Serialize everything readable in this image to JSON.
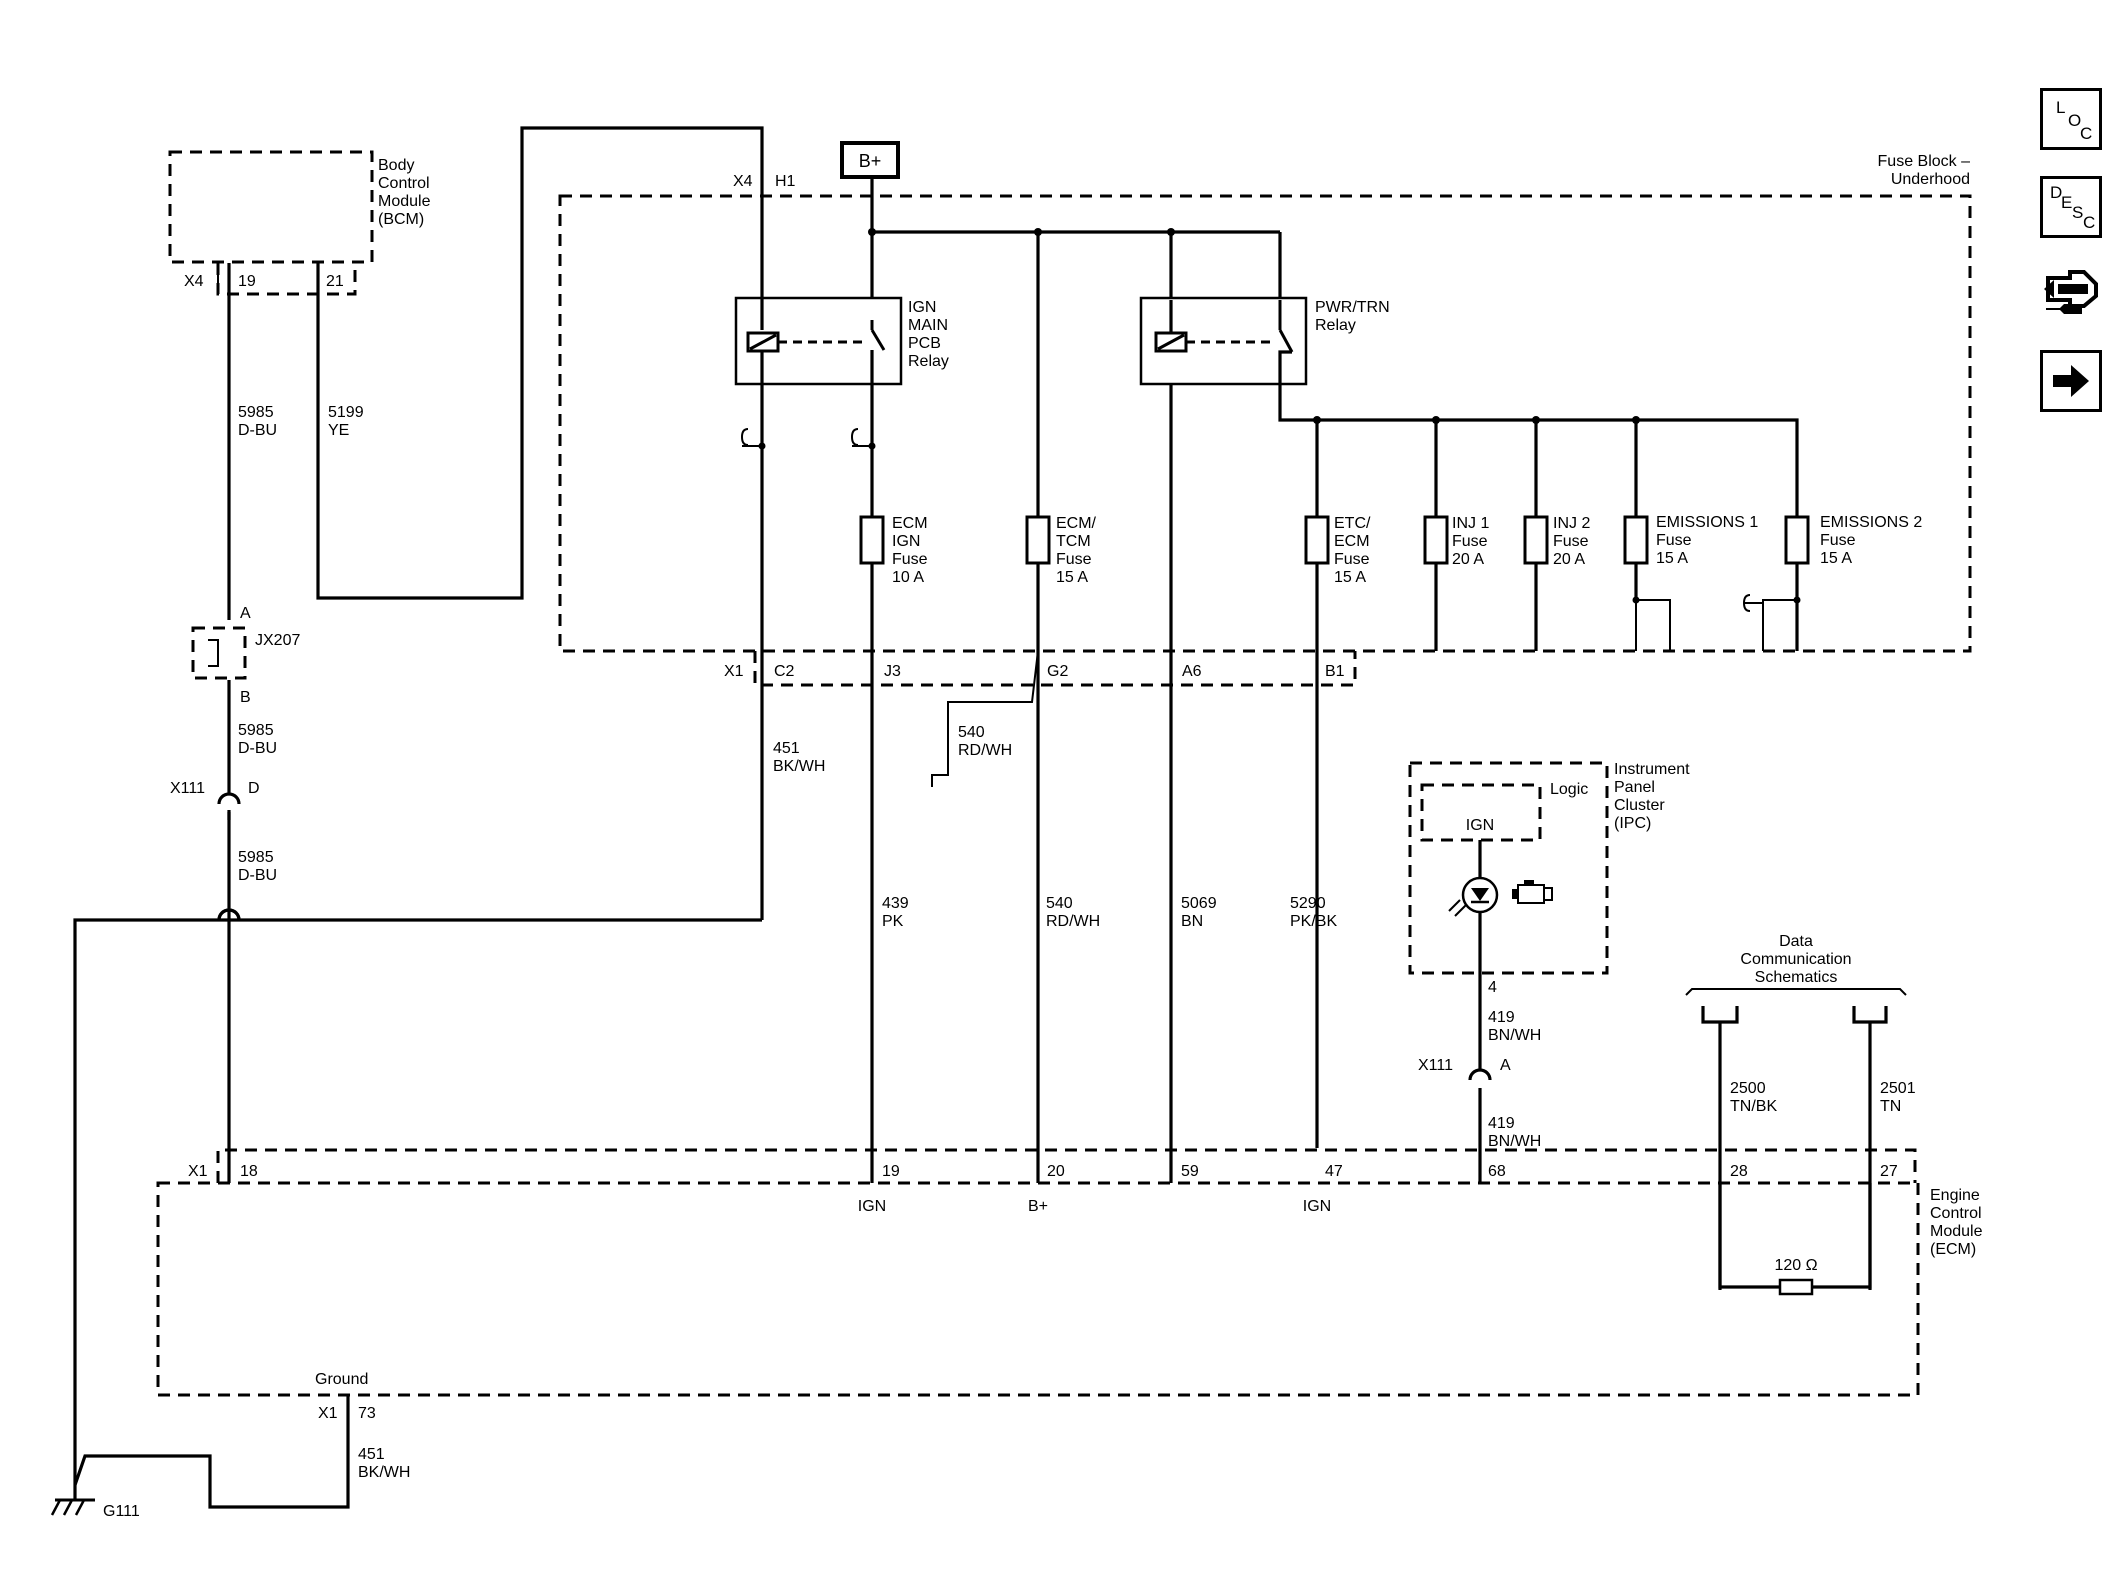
{
  "nav": {
    "loc": [
      "L",
      "O",
      "C"
    ],
    "desc": [
      "D",
      "E",
      "S",
      "C"
    ]
  },
  "power": {
    "bplus": "B+"
  },
  "bcm": {
    "label": [
      "Body",
      "Control",
      "Module",
      "(BCM)"
    ],
    "conn": "X4",
    "pin1": "19",
    "pin2": "21"
  },
  "fuse_block": {
    "label": [
      "Fuse Block –",
      "Underhood"
    ],
    "conn_top": "X4",
    "pin_top": "H1",
    "conn_bottom": "X1",
    "pins_bottom": [
      "C2",
      "J3",
      "G2",
      "A6",
      "B1"
    ],
    "relay1": [
      "IGN",
      "MAIN",
      "PCB",
      "Relay"
    ],
    "relay2": [
      "PWR/TRN",
      "Relay"
    ],
    "fuses": [
      [
        "ECM",
        "IGN",
        "Fuse",
        "10 A"
      ],
      [
        "ECM/",
        "TCM",
        "Fuse",
        "15 A"
      ],
      [
        "ETC/",
        "ECM",
        "Fuse",
        "15 A"
      ],
      [
        "INJ 1",
        "Fuse",
        "20 A"
      ],
      [
        "INJ 2",
        "Fuse",
        "20 A"
      ],
      [
        "EMISSIONS 1",
        "Fuse",
        "15 A"
      ],
      [
        "EMISSIONS 2",
        "Fuse",
        "15 A"
      ]
    ]
  },
  "wires": {
    "w5985": [
      "5985",
      "D-BU"
    ],
    "w5199": [
      "5199",
      "YE"
    ],
    "w451": [
      "451",
      "BK/WH"
    ],
    "w540a": [
      "540",
      "RD/WH"
    ],
    "w439": [
      "439",
      "PK"
    ],
    "w540b": [
      "540",
      "RD/WH"
    ],
    "w5069": [
      "5069",
      "BN"
    ],
    "w5290": [
      "5290",
      "PK/BK"
    ],
    "w419a": [
      "419",
      "BN/WH"
    ],
    "w419b": [
      "419",
      "BN/WH"
    ],
    "w2500": [
      "2500",
      "TN/BK"
    ],
    "w2501": [
      "2501",
      "TN"
    ],
    "w451g": [
      "451",
      "BK/WH"
    ]
  },
  "splice": {
    "name": "JX207",
    "a": "A",
    "b": "B"
  },
  "inline": {
    "x111_left": "X111",
    "x111_left_pin": "D",
    "x111_right": "X111",
    "x111_right_pin": "A"
  },
  "ipc": {
    "label": [
      "Instrument",
      "Panel",
      "Cluster",
      "(IPC)"
    ],
    "logic": "Logic",
    "ign": "IGN",
    "pin": "4"
  },
  "data_comm": {
    "label": [
      "Data",
      "Communication",
      "Schematics"
    ]
  },
  "ecm": {
    "label": [
      "Engine",
      "Control",
      "Module",
      "(ECM)"
    ],
    "conn": "X1",
    "pins": [
      "18",
      "19",
      "20",
      "59",
      "47",
      "68",
      "28",
      "27"
    ],
    "inputs": [
      "IGN",
      "B+",
      "IGN"
    ],
    "resistor": "120 Ω",
    "ground": "Ground",
    "ground_conn": "X1",
    "ground_pin": "73"
  },
  "ground": {
    "name": "G111"
  }
}
